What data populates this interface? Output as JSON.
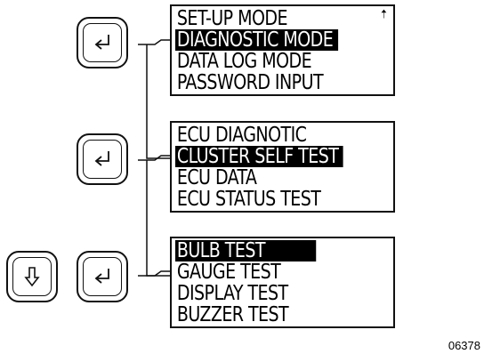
{
  "screens": [
    {
      "items": [
        {
          "label": "SET-UP MODE",
          "selected": false
        },
        {
          "label": "DIAGNOSTIC MODE",
          "selected": true
        },
        {
          "label": "DATA LOG MODE",
          "selected": false
        },
        {
          "label": "PASSWORD INPUT",
          "selected": false
        }
      ],
      "scroll_indicator": "up-arrow-icon"
    },
    {
      "items": [
        {
          "label": "ECU DIAGNOTIC",
          "selected": false
        },
        {
          "label": "CLUSTER SELF TEST",
          "selected": true
        },
        {
          "label": "ECU DATA",
          "selected": false
        },
        {
          "label": "ECU STATUS TEST",
          "selected": false
        }
      ]
    },
    {
      "items": [
        {
          "label": "BULB TEST",
          "selected": true
        },
        {
          "label": "GAUGE TEST",
          "selected": false
        },
        {
          "label": "DISPLAY TEST",
          "selected": false
        },
        {
          "label": "BUZZER TEST",
          "selected": false
        }
      ]
    }
  ],
  "keys": [
    {
      "icon": "enter-return-icon"
    },
    {
      "icon": "enter-return-icon"
    },
    {
      "icon": "down-arrow-icon"
    },
    {
      "icon": "enter-return-icon"
    }
  ],
  "figure_number": "06378"
}
